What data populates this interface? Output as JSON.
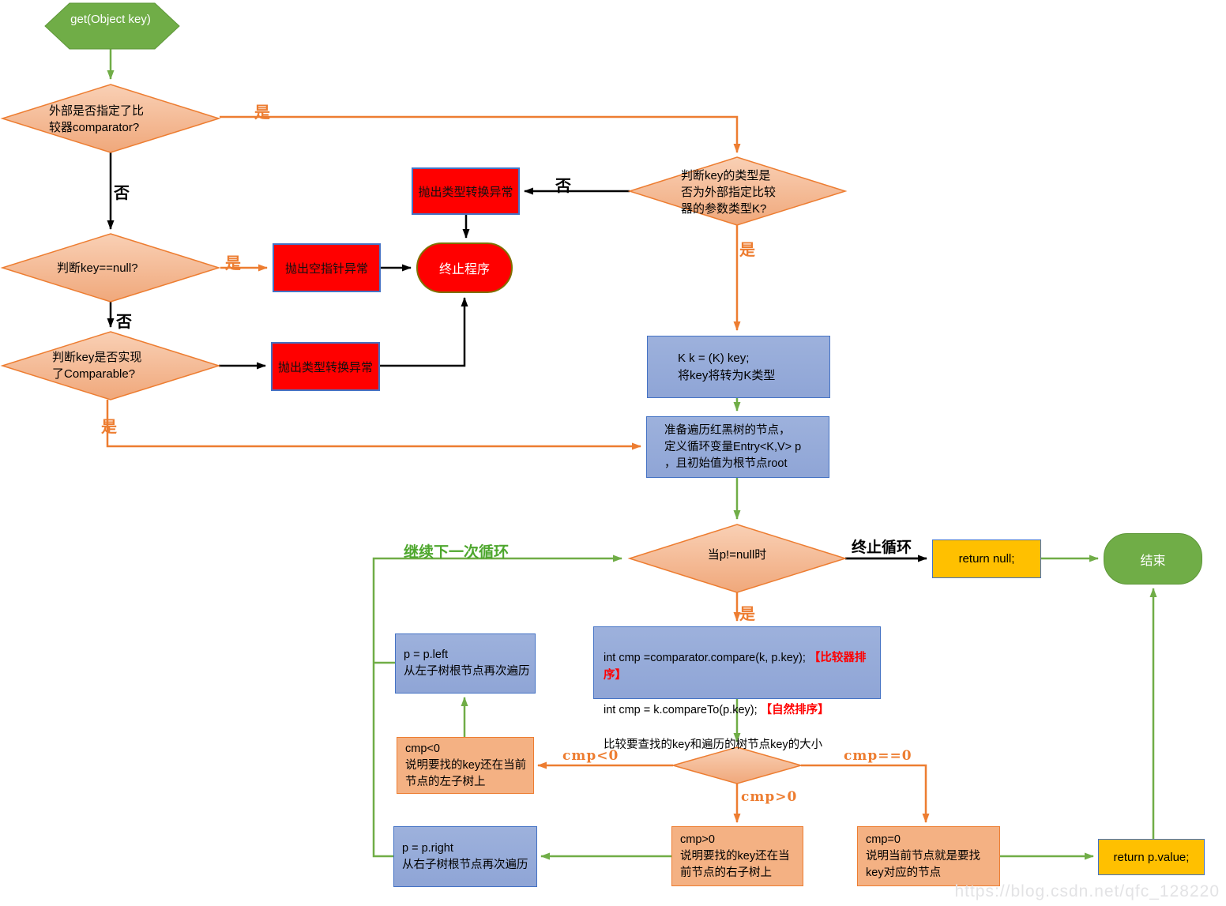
{
  "title": "TreeMap get(Object key) flowchart",
  "colors": {
    "green": "#70AD47",
    "orange": "#ED7D31",
    "red": "#FF0000",
    "blue_fill": "#93A9D9",
    "blue_border": "#4472C4",
    "yellow": "#FFC000",
    "orange_fill": "#F4B183",
    "diamond_border": "#ED7D31"
  },
  "nodes": {
    "start": "get(Object key)",
    "decision_comparator": "外部是否指定了比\n较器comparator?",
    "decision_key_null": "判断key==null?",
    "decision_comparable": "判断key是否实现\n了Comparable?",
    "decision_key_type": "判断key的类型是\n否为外部指定比较\n器的参数类型K?",
    "decision_p_not_null": "当p!=null时",
    "throw_cast_top": "抛出类型转换异常",
    "throw_npe": "抛出空指针异常",
    "throw_cast_low": "抛出类型转换异常",
    "terminate": "终止程序",
    "cast_key": "K k = (K) key;\n将key将转为K类型",
    "prepare_loop": "准备遍历红黑树的节点，\n定义循环变量Entry<K,V> p\n，且初始值为根节点root",
    "return_null": "return null;",
    "end": "结束",
    "p_left": "p = p.left\n从左子树根节点再次遍历",
    "cmp_lt_box": "cmp<0\n说明要找的key还在当前\n节点的左子树上",
    "p_right": "p = p.right\n从右子树根节点再次遍历",
    "cmp_gt_box": "cmp>0\n说明要找的key还在当\n前节点的右子树上",
    "cmp_eq_box": "cmp=0\n说明当前节点就是要找\nkey对应的节点",
    "return_p_value": "return p.value;"
  },
  "code_box": {
    "l1": "int cmp =comparator.compare(k, p.key); ",
    "l1_red": "【比较器排序】",
    "l2": "int cmp = k.compareTo(p.key); ",
    "l2_red": "【自然排序】",
    "l3": "比较要查找的key和遍历的树节点key的大小"
  },
  "labels": {
    "yes1": "是",
    "no1": "否",
    "yes2": "是",
    "no2": "否",
    "no3": "否",
    "yes3": "是",
    "yes4": "是",
    "yes5": "是",
    "end_loop": "终止循环",
    "continue_loop": "继续下一次循环",
    "cmp_lt": "cmp<0",
    "cmp_gt": "cmp>0",
    "cmp_eq": "cmp==0"
  },
  "watermark": "https://blog.csdn.net/qfc_128220"
}
